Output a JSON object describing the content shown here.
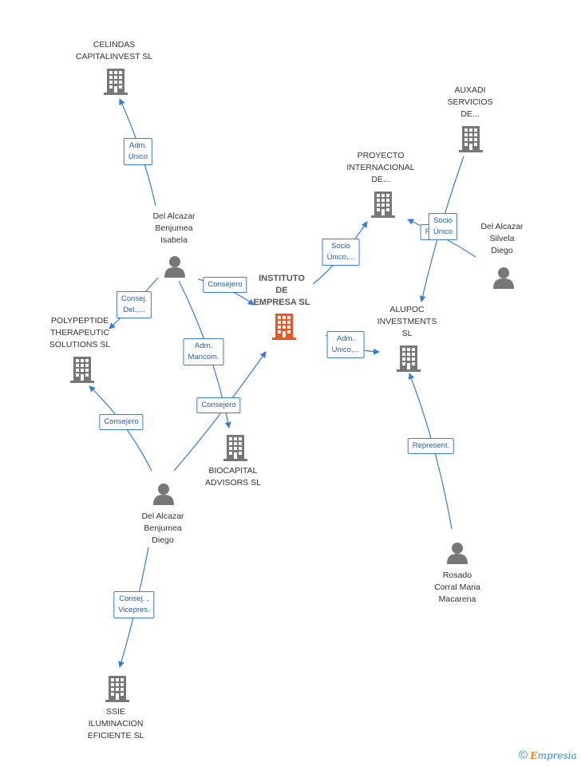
{
  "colors": {
    "edge": "#3a7dd3",
    "node": "#777777",
    "main_node": "#ee5522"
  },
  "nodes": {
    "instituto": {
      "label": [
        "INSTITUTO",
        "DE",
        "EMPRESA SL"
      ],
      "type": "company",
      "main": true
    },
    "celindas": {
      "label": [
        "CELINDAS",
        "CAPITALINVEST SL"
      ],
      "type": "company"
    },
    "proyecto": {
      "label": [
        "PROYECTO",
        "INTERNACIONAL",
        "DE..."
      ],
      "type": "company"
    },
    "auxadi": {
      "label": [
        "AUXADI",
        "SERVICIOS",
        "DE..."
      ],
      "type": "company"
    },
    "alupoc": {
      "label": [
        "ALUPOC",
        "INVESTMENTS",
        "SL"
      ],
      "type": "company"
    },
    "polypeptide": {
      "label": [
        "POLYPEPTIDE",
        "THERAPEUTIC",
        "SOLUTIONS SL"
      ],
      "type": "company"
    },
    "biocapital": {
      "label": [
        "BIOCAPITAL",
        "ADVISORS SL"
      ],
      "type": "company"
    },
    "ssie": {
      "label": [
        "SSIE",
        "ILUMINACION",
        "EFICIENTE SL"
      ],
      "type": "company"
    },
    "isabela": {
      "label": [
        "Del Alcazar",
        "Benjumea",
        "Isabela"
      ],
      "type": "person"
    },
    "silvela": {
      "label": [
        "Del Alcazar",
        "Silvela",
        "Diego"
      ],
      "type": "person"
    },
    "diego": {
      "label": [
        "Del Alcazar",
        "Benjumea",
        "Diego"
      ],
      "type": "person"
    },
    "rosado": {
      "label": [
        "Rosado",
        "Corral Maria",
        "Macarena"
      ],
      "type": "person"
    }
  },
  "edges": [
    {
      "from": "isabela",
      "to": "celindas",
      "label": [
        "Adm.",
        "Unico"
      ]
    },
    {
      "from": "isabela",
      "to": "instituto",
      "label": [
        "Consejero"
      ]
    },
    {
      "from": "isabela",
      "to": "polypeptide",
      "label": [
        "Consej.",
        "Del.,..."
      ]
    },
    {
      "from": "isabela",
      "to": "biocapital",
      "label": [
        "Adm.",
        "Mancom."
      ]
    },
    {
      "from": "diego",
      "to": "polypeptide",
      "label": [
        "Consejero"
      ]
    },
    {
      "from": "diego",
      "to": "instituto",
      "label": [
        "Consejero"
      ]
    },
    {
      "from": "diego",
      "to": "ssie",
      "label": [
        "Consej. ,",
        "Vicepres."
      ]
    },
    {
      "from": "instituto",
      "to": "proyecto",
      "label": [
        "Socio",
        "Único,..."
      ]
    },
    {
      "from": "instituto",
      "to": "alupoc",
      "label": [
        "Adm.",
        "Unico,..."
      ]
    },
    {
      "from": "silvela",
      "to": "proyecto",
      "label": [
        "R..."
      ]
    },
    {
      "from": "auxadi",
      "to": "alupoc",
      "label": [
        "Socio",
        "Único"
      ]
    },
    {
      "from": "rosado",
      "to": "alupoc",
      "label": [
        "Represent."
      ]
    }
  ],
  "footer": {
    "copyright": "©",
    "brand_e": "E",
    "brand_rest": "mpresia"
  }
}
